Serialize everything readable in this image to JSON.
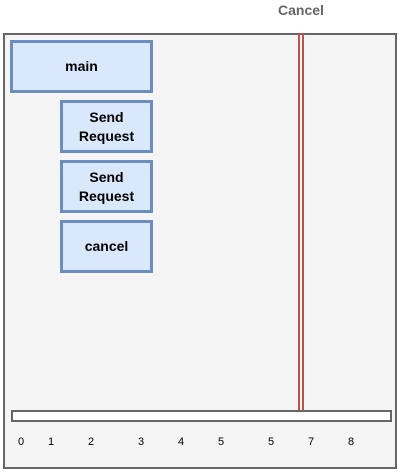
{
  "header": {
    "cancel_label": "Cancel"
  },
  "nodes": {
    "main": "main",
    "send_request_1": "Send\nRequest",
    "send_request_2": "Send\nRequest",
    "cancel": "cancel"
  },
  "timeline": {
    "ticks": [
      "0",
      "1",
      "2",
      "3",
      "4",
      "5",
      "5",
      "7",
      "8"
    ]
  },
  "colors": {
    "node_fill": "#dae8fc",
    "node_border": "#6c8ebf",
    "frame_border": "#666666",
    "frame_fill": "#f5f5f5",
    "cancel_marker": "#b85450"
  }
}
